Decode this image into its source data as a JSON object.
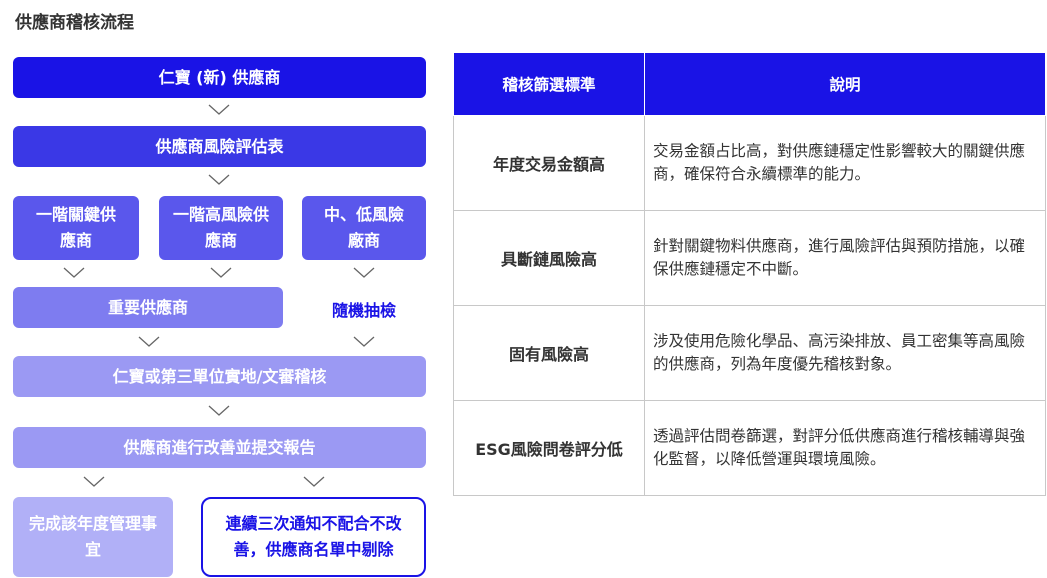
{
  "page_title": "供應商稽核流程",
  "flow": {
    "step1": "仁寶 (新) 供應商",
    "step2": "供應商風險評估表",
    "step3a": "一階關鍵供應商",
    "step3b": "一階高風險供應商",
    "step3c": "中、低風險廠商",
    "step4": "重要供應商",
    "step4_side": "隨機抽檢",
    "step5": "仁寶或第三單位實地/文審稽核",
    "step6": "供應商進行改善並提交報告",
    "step7a": "完成該年度管理事宜",
    "step7b": "連續三次通知不配合不改善，供應商名單中剔除"
  },
  "table": {
    "headers": [
      "稽核篩選標準",
      "說明"
    ],
    "rows": [
      {
        "criterion": "年度交易金額高",
        "description": "交易金額占比高，對供應鏈穩定性影響較大的關鍵供應商，確保符合永續標準的能力。"
      },
      {
        "criterion": "具斷鏈風險高",
        "description": "針對關鍵物料供應商，進行風險評估與預防措施，以確保供應鏈穩定不中斷。"
      },
      {
        "criterion": "固有風險高",
        "description": "涉及使用危險化學品、高污染排放、員工密集等高風險的供應商，列為年度優先稽核對象。"
      },
      {
        "criterion": "ESG風險問卷評分低",
        "description": "透過評估問卷篩選，對評分低供應商進行稽核輔導與強化監督，以降低營運與環境風險。"
      }
    ]
  },
  "colors": {
    "primary": "#1a13e6",
    "shade2": "#3a38e6",
    "shade3": "#5a57ec",
    "shade4": "#7e7cf0",
    "shade5": "#9b99f3",
    "shade6": "#b1b0f7"
  }
}
